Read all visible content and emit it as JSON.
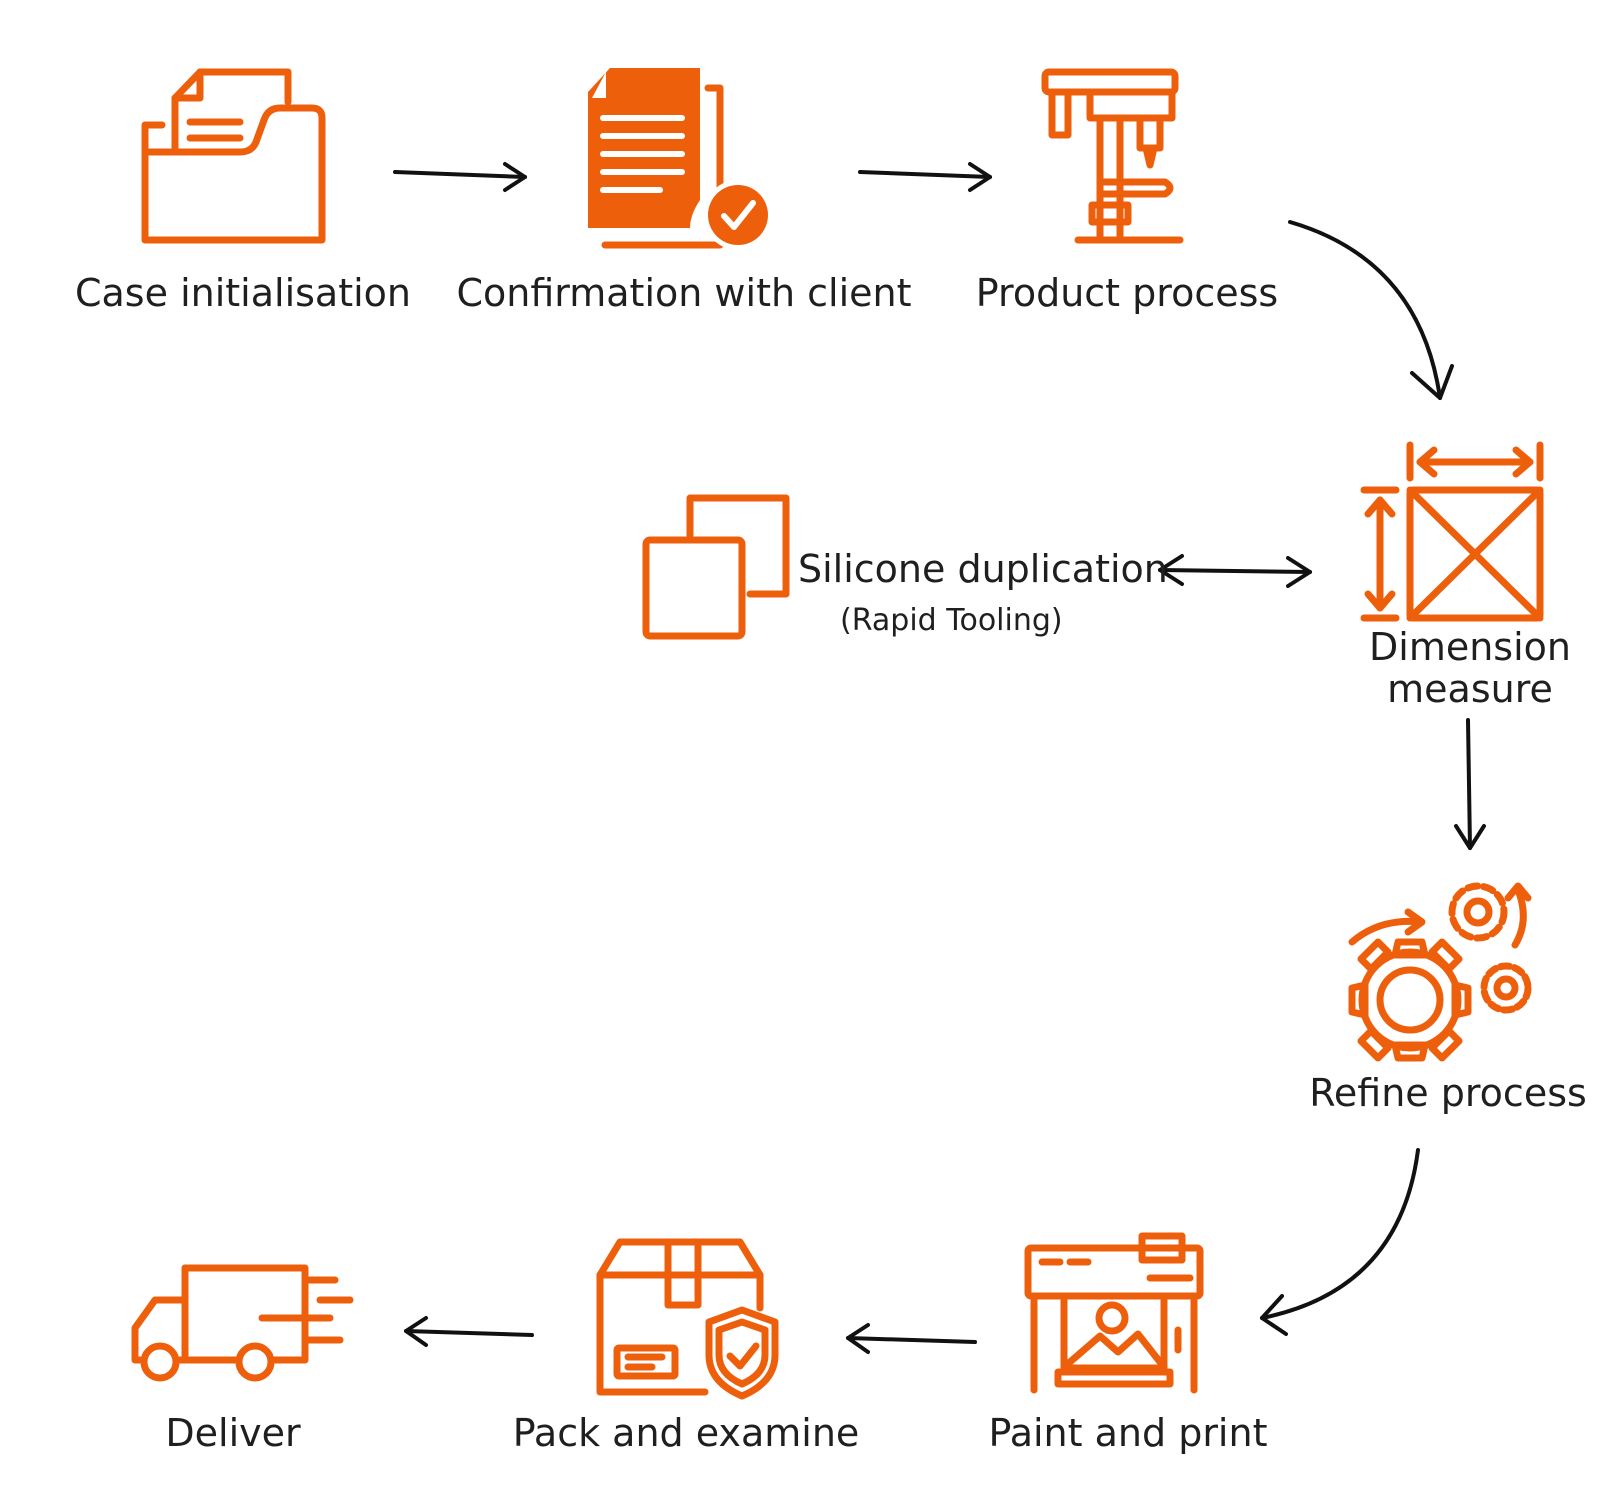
{
  "steps": {
    "case_initialisation": "Case initialisation",
    "confirmation": "Confirmation with client",
    "product_process": "Product process",
    "silicone_duplication": "Silicone duplication",
    "rapid_tooling": "(Rapid Tooling)",
    "dimension_line1": "Dimension",
    "dimension_line2": "measure",
    "refine_process": "Refine process",
    "paint_and_print": "Paint and print",
    "pack_and_examine": "Pack and examine",
    "deliver": "Deliver"
  },
  "icons": {
    "case_initialisation": "folder-document-icon",
    "confirmation": "document-check-icon",
    "product_process": "drill-press-icon",
    "silicone_duplication": "duplicate-squares-icon",
    "dimension_measure": "dimension-box-icon",
    "refine_process": "gears-icon",
    "paint_and_print": "printer-icon",
    "pack_and_examine": "package-shield-icon",
    "deliver": "delivery-truck-icon"
  },
  "colors": {
    "accent": "#ee5f0c",
    "text": "#1f1f1f",
    "arrow": "#111111"
  }
}
